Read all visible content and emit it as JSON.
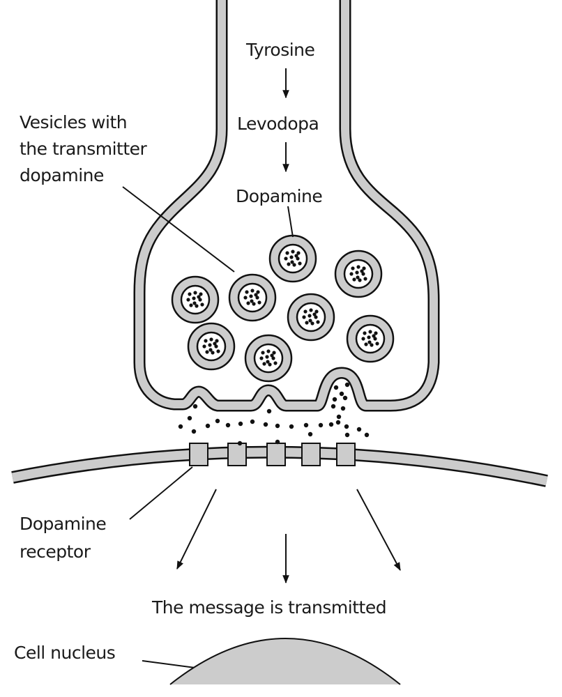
{
  "diagram": {
    "title": "Dopamine synapse",
    "labels": {
      "tyrosine": "Tyrosine",
      "levodopa": "Levodopa",
      "dopamine": "Dopamine",
      "vesicles_line1": "Vesicles with",
      "vesicles_line2": "the transmitter",
      "vesicles_line3": "dopamine",
      "receptor_line1": "Dopamine",
      "receptor_line2": "receptor",
      "message": "The message is transmitted",
      "nucleus": "Cell nucleus"
    },
    "synthesis_pathway": [
      "Tyrosine",
      "Levodopa",
      "Dopamine"
    ],
    "vesicle_count": 8,
    "receptor_count": 5,
    "signal_arrow_count": 3,
    "colors": {
      "membrane_fill": "#cccccc",
      "outline": "#111111",
      "background": "#ffffff",
      "nucleus_fill": "#cccccc"
    }
  }
}
